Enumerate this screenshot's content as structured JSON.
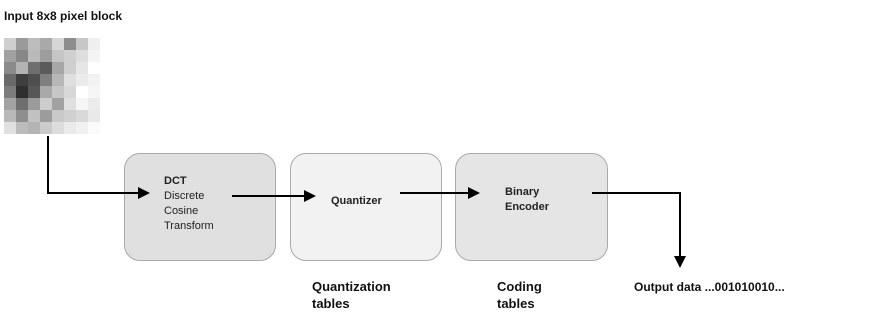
{
  "input": {
    "label": "Input 8x8 pixel block",
    "pixel_grays": [
      "#cfcfcf",
      "#9a9a9a",
      "#bdbdbd",
      "#a9a9a9",
      "#d6d6d6",
      "#8d8d8d",
      "#c7c7c7",
      "#efefef",
      "#a1a1a1",
      "#878787",
      "#b9b9b9",
      "#9d9d9d",
      "#c5c5c5",
      "#cfcfcf",
      "#dedede",
      "#f4f4f4",
      "#8b8b8b",
      "#b3b3b3",
      "#6f6f6f",
      "#5b5b5b",
      "#a7a7a7",
      "#cfcfcf",
      "#e6e6e6",
      "#ffffff",
      "#6a6a6a",
      "#3e3e3e",
      "#4f4f4f",
      "#7f7f7f",
      "#b7b7b7",
      "#dfdfdf",
      "#ebebeb",
      "#f2f2f2",
      "#7c7c7c",
      "#2f2f2f",
      "#575757",
      "#a9a9a9",
      "#c6c6c6",
      "#d8d8d8",
      "#ffffff",
      "#f6f6f6",
      "#a2a2a2",
      "#6e6e6e",
      "#9b9b9b",
      "#cdcdcd",
      "#a1a1a1",
      "#e0e0e0",
      "#f6f6f6",
      "#ececec",
      "#b9b9b9",
      "#8e8e8e",
      "#c1c1c1",
      "#9c9c9c",
      "#c9c9c9",
      "#d0d0d0",
      "#d9d9d9",
      "#e9e9e9",
      "#e0e0e0",
      "#bcbcbc",
      "#b4b4b4",
      "#cbcbcb",
      "#dcdcdc",
      "#eaeaea",
      "#f1f1f1",
      "#fafafa"
    ]
  },
  "boxes": {
    "dct": {
      "title": "DCT",
      "line1": "Discrete",
      "line2": "Cosine",
      "line3": "Transform",
      "fill": "#e0e0e0"
    },
    "quantizer": {
      "title": "Quantizer",
      "fill": "#f2f2f2"
    },
    "encoder": {
      "title": "Binary",
      "title2": "Encoder",
      "fill": "#e5e5e5"
    }
  },
  "labels": {
    "quant_tables_1": "Quantization",
    "quant_tables_2": "tables",
    "coding_tables_1": "Coding",
    "coding_tables_2": "tables",
    "output": "Output data ...001010010..."
  }
}
